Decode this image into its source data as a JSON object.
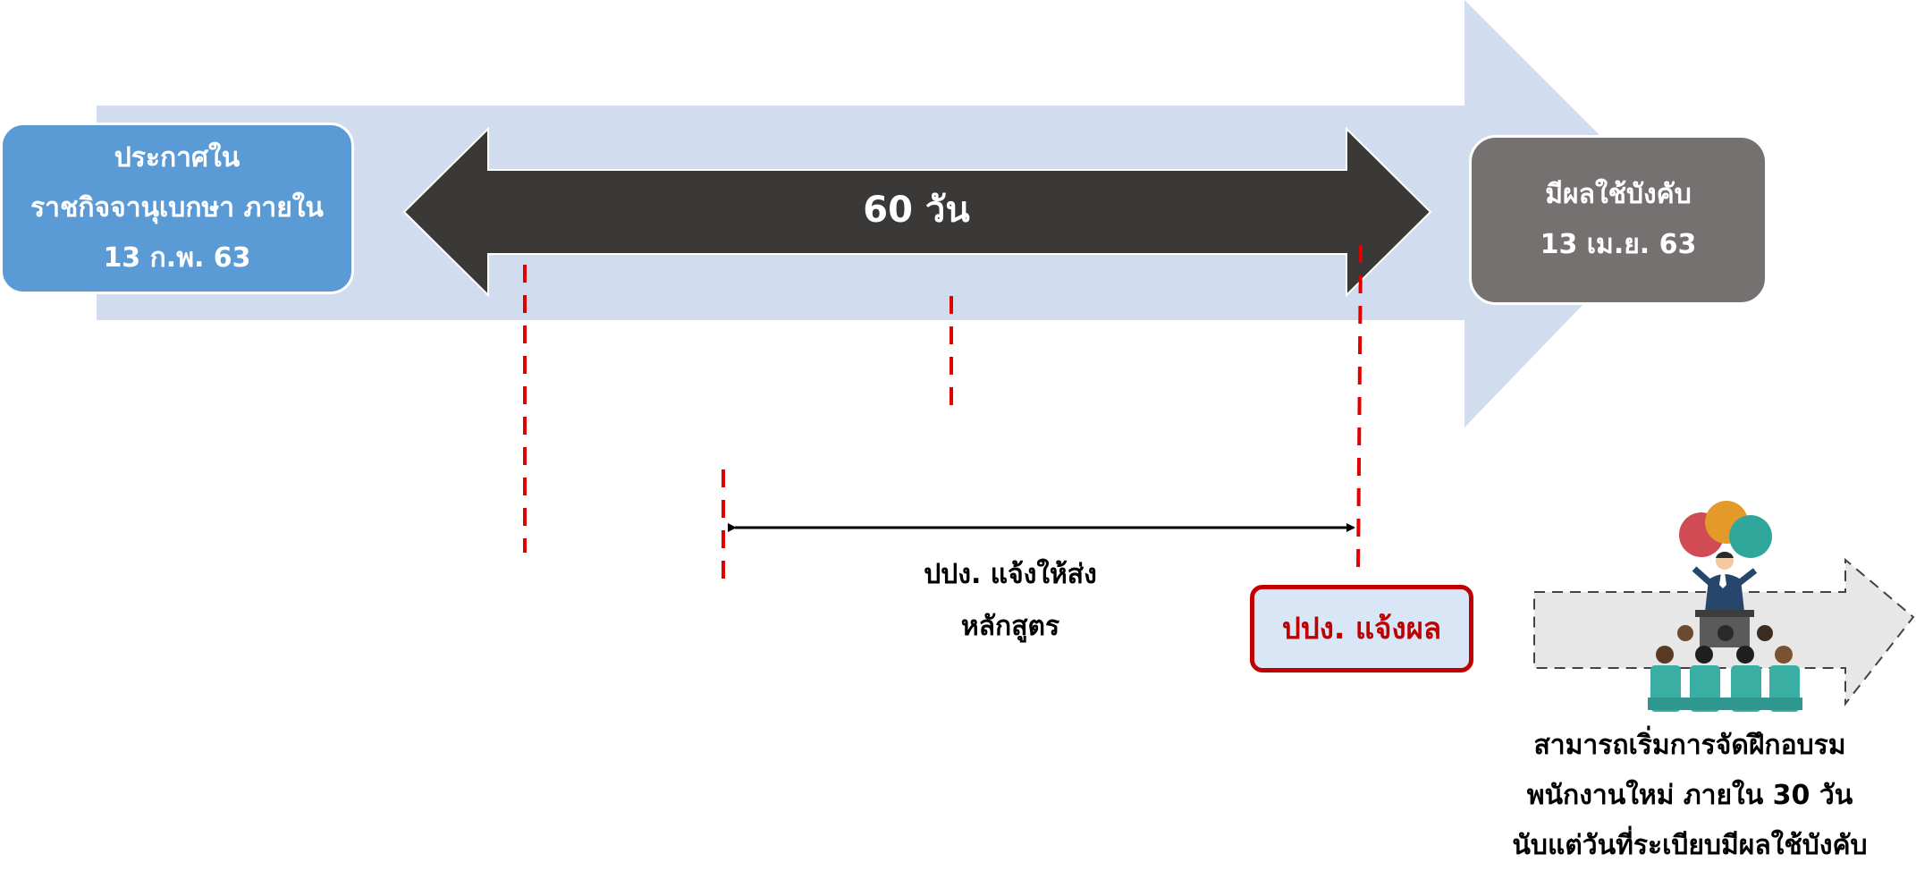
{
  "colors": {
    "big_arrow": "#d1ddee",
    "double_arrow": "#3b3938",
    "announce_box": "#5b9bd5",
    "effective_box": "#767171",
    "notify_border": "#c00000",
    "notify_fill": "#d9e6f5",
    "dashed_line": "#e00000",
    "small_arrow_fill": "#e7e7e7"
  },
  "announce": {
    "line1": "ประกาศใน",
    "line2": "ราชกิจจานุเบกษา ภายใน",
    "line3": "13 ก.พ. 63"
  },
  "effective": {
    "line1": "มีผลใช้บังคับ",
    "line2": "13 เม.ย. 63"
  },
  "period": {
    "label": "60 วัน"
  },
  "submit": {
    "line1": "ปปง. แจ้งให้ส่ง",
    "line2": "หลักสูตร"
  },
  "notify": {
    "label": "ปปง. แจ้งผล"
  },
  "training": {
    "line1": "สามารถเริ่มการจัดฝึกอบรม",
    "line2": "พนักงานใหม่ ภายใน 30 วัน",
    "line3": "นับแต่วันที่ระเบียบมีผลใช้บังคับ"
  },
  "icons": {
    "training": "seminar-speaker-audience-icon"
  }
}
